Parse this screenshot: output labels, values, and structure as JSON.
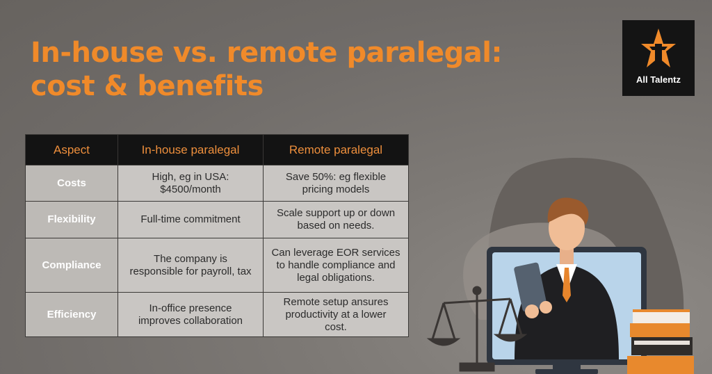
{
  "title_line1": "In-house vs. remote paralegal:",
  "title_line2": "cost & benefits",
  "logo": {
    "text": "All Talentz",
    "icon": "star-figure-icon",
    "accent": "#f08a2a"
  },
  "table": {
    "headers": [
      "Aspect",
      "In-house paralegal",
      "Remote paralegal"
    ],
    "rows": [
      {
        "aspect": "Costs",
        "inhouse": [
          "High, eg in USA:",
          "$4500/month"
        ],
        "remote": [
          "Save 50%: eg flexible",
          "pricing models"
        ]
      },
      {
        "aspect": "Flexibility",
        "inhouse": [
          "Full-time commitment"
        ],
        "remote": [
          "Scale support up or down",
          "based on needs."
        ]
      },
      {
        "aspect": "Compliance",
        "inhouse": [
          "The company is",
          "responsible for payroll, tax"
        ],
        "remote": [
          "Can leverage EOR services",
          "to handle compliance and",
          "legal obligations."
        ]
      },
      {
        "aspect": "Efficiency",
        "inhouse": [
          "In-office presence",
          "improves collaboration"
        ],
        "remote": [
          "Remote setup ansures",
          "productivity at a lower",
          "cost."
        ]
      }
    ]
  },
  "colors": {
    "accent": "#f08a2a",
    "header_bg": "#131313",
    "cell_bg": "#c9c6c3"
  }
}
